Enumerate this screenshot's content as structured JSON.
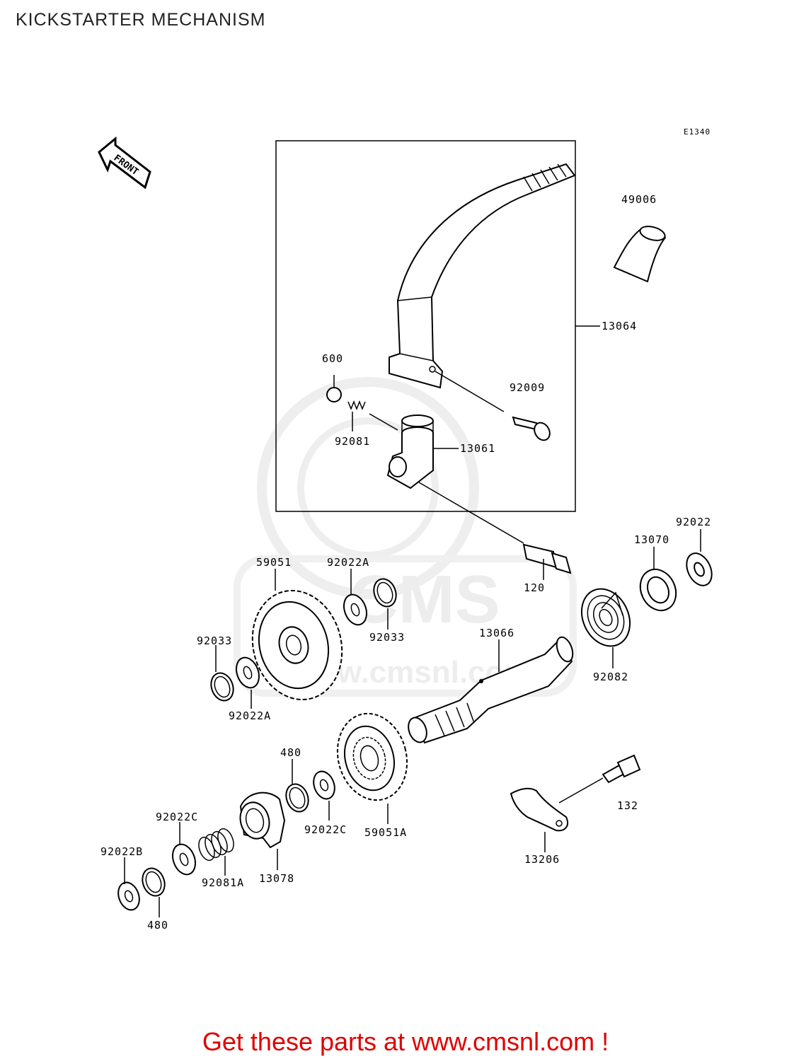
{
  "title": "KICKSTARTER MECHANISM",
  "figure_code": "E1340",
  "front_label": "FRONT",
  "watermark": {
    "logo_text": "CMS",
    "url_text": "www.cmsnl.com"
  },
  "parts": [
    {
      "id": "p-49006",
      "label": "49006"
    },
    {
      "id": "p-13064",
      "label": "13064"
    },
    {
      "id": "p-600",
      "label": "600"
    },
    {
      "id": "p-92009",
      "label": "92009"
    },
    {
      "id": "p-92081",
      "label": "92081"
    },
    {
      "id": "p-13061",
      "label": "13061"
    },
    {
      "id": "p-92022",
      "label": "92022"
    },
    {
      "id": "p-13070",
      "label": "13070"
    },
    {
      "id": "p-120",
      "label": "120"
    },
    {
      "id": "p-59051",
      "label": "59051"
    },
    {
      "id": "p-92022a-top",
      "label": "92022A"
    },
    {
      "id": "p-92033-right",
      "label": "92033"
    },
    {
      "id": "p-92033-left",
      "label": "92033"
    },
    {
      "id": "p-92022a-bottom",
      "label": "92022A"
    },
    {
      "id": "p-13066",
      "label": "13066"
    },
    {
      "id": "p-92082",
      "label": "92082"
    },
    {
      "id": "p-480-top",
      "label": "480"
    },
    {
      "id": "p-92022c-right",
      "label": "92022C"
    },
    {
      "id": "p-59051a",
      "label": "59051A"
    },
    {
      "id": "p-132",
      "label": "132"
    },
    {
      "id": "p-92022c-left",
      "label": "92022C"
    },
    {
      "id": "p-13206",
      "label": "13206"
    },
    {
      "id": "p-92022b",
      "label": "92022B"
    },
    {
      "id": "p-92081a",
      "label": "92081A"
    },
    {
      "id": "p-13078",
      "label": "13078"
    },
    {
      "id": "p-480-bottom",
      "label": "480"
    }
  ],
  "footer": "Get these parts at www.cmsnl.com !"
}
